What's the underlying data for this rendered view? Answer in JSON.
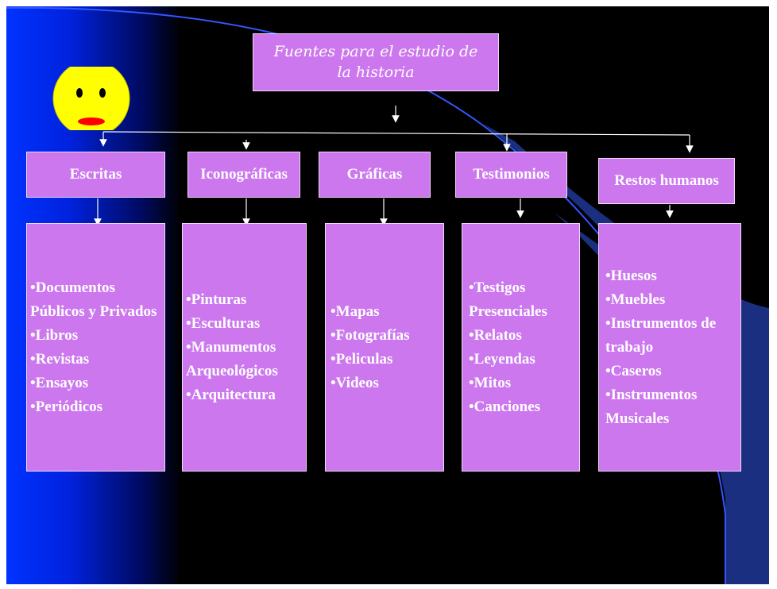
{
  "title": "Fuentes para el estudio de la historia",
  "colors": {
    "box_fill": "#cc77ee",
    "box_border": "#f2d6fa",
    "arrow": "#ffffff",
    "background": "#000000",
    "accent_blue": "#0033ff",
    "smiley_face": "#ffff00",
    "smiley_mouth": "#ff0000"
  },
  "smiley_icon": "smiley-face-icon",
  "categories": [
    {
      "label": "Escritas",
      "items": [
        "•Documentos Públicos y Privados",
        "•Libros",
        "•Revistas",
        "•Ensayos",
        "•Periódicos"
      ]
    },
    {
      "label": "Iconográficas",
      "items": [
        "•Pinturas",
        "•Esculturas",
        "•Manumentos Arqueológicos",
        "•Arquitectura"
      ]
    },
    {
      "label": "Gráficas",
      "items": [
        "•Mapas",
        "•Fotografías",
        "•Peliculas",
        "•Videos"
      ]
    },
    {
      "label": "Testimonios",
      "items": [
        "•Testigos Presenciales",
        "•Relatos",
        "•Leyendas",
        "•Mitos",
        "•Canciones"
      ]
    },
    {
      "label": "Restos humanos",
      "items": [
        "•Huesos",
        "•Muebles",
        "•Instrumentos de trabajo",
        "•Caseros",
        "•Instrumentos Musicales"
      ]
    }
  ]
}
